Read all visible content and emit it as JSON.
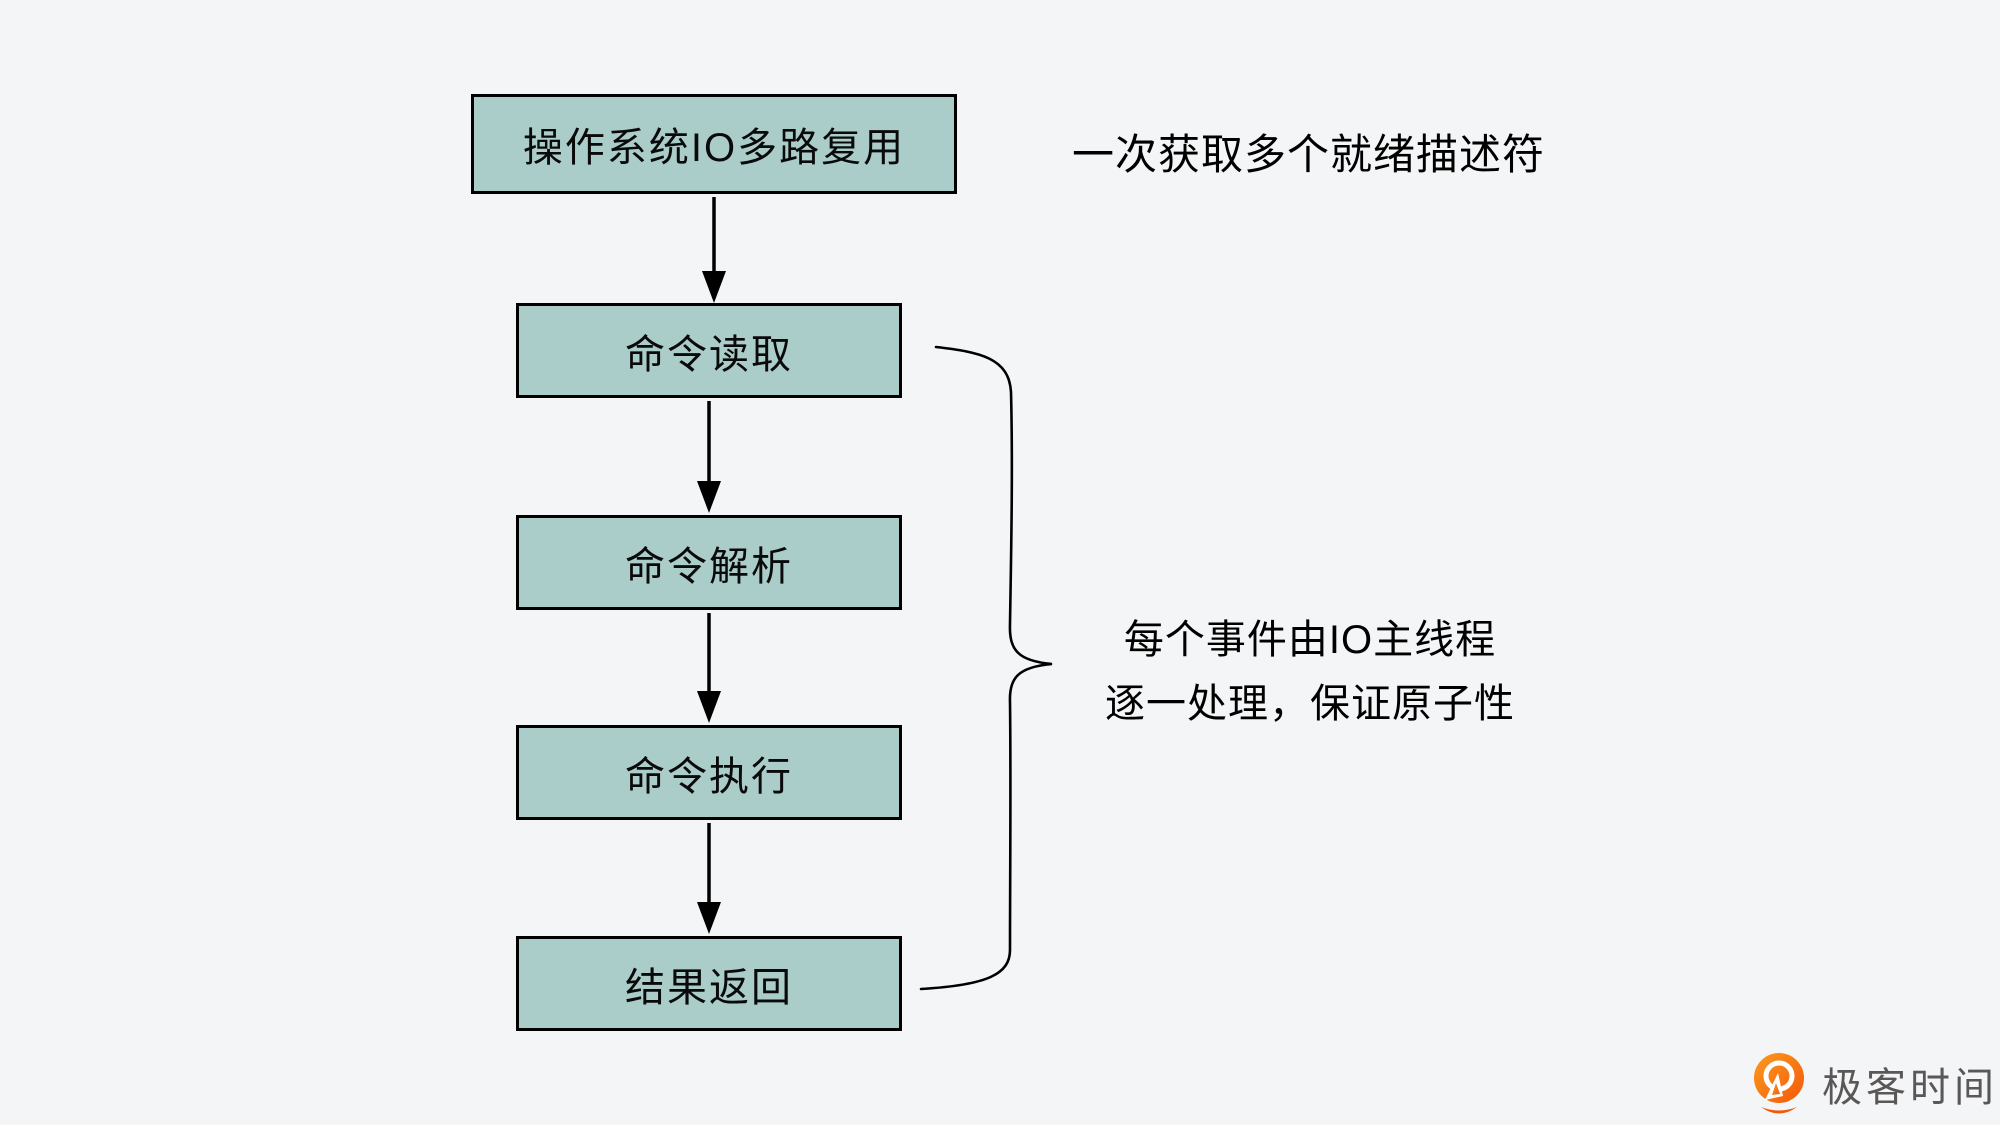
{
  "page": {
    "background_color": "#f4f5f6"
  },
  "flowchart": {
    "title_node": {
      "label": "操作系统IO多路复用"
    },
    "steps": [
      {
        "label": "命令读取"
      },
      {
        "label": "命令解析"
      },
      {
        "label": "命令执行"
      },
      {
        "label": "结果返回"
      }
    ],
    "node_fill_color": "#abcdca",
    "node_border_color": "#000000",
    "arrow_color": "#000000",
    "brace_color": "#000000"
  },
  "annotations": {
    "top_note": "一次获取多个就绪描述符",
    "brace_note_line1": "每个事件由IO主线程",
    "brace_note_line2": "逐一处理，保证原子性"
  },
  "branding": {
    "logo_text": "极客时间",
    "logo_text_color": "#595757",
    "logo_icon_color": "#f3590a",
    "logo_icon_name": "geektime-logo-icon"
  }
}
